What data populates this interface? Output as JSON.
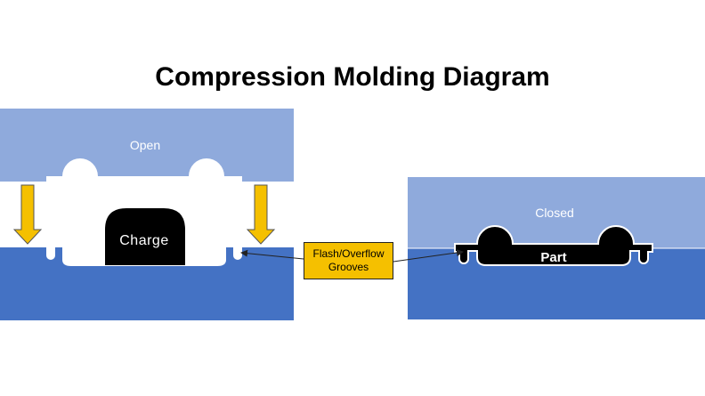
{
  "title": "Compression Molding Diagram",
  "labels": {
    "open": "Open",
    "closed": "Closed",
    "charge": "Charge",
    "part": "Part"
  },
  "callout": {
    "line1": "Flash/Overflow",
    "line2": "Grooves"
  },
  "colors": {
    "top_mold": "#8faadc",
    "bottom_mold": "#4472c4",
    "charge": "#000000",
    "arrow": "#f5c000",
    "callout_bg": "#f5c000"
  }
}
